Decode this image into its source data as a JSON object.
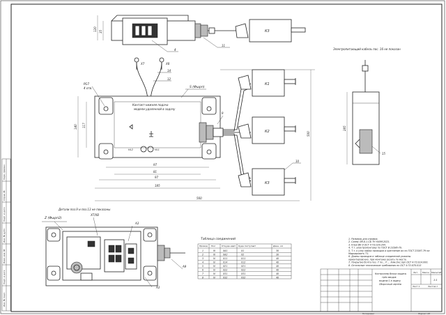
{
  "drawing": {
    "top_dims": [
      "120",
      "35"
    ],
    "top_leader_labels": [
      "4",
      "11"
    ],
    "k_label": "К3",
    "note_right": "Электропитающий кабель пос. 16 не показан",
    "cable_labels": [
      "Х7",
      "Х8",
      "14",
      "12"
    ],
    "s_label": "S (Фшрп)",
    "pg_label": [
      "PG7",
      "4 отв."
    ],
    "inscription": [
      "Контакт-нижняя подача",
      "модели удаленной в задачу"
    ],
    "labels_mid": [
      "9",
      "HL2",
      "HL1",
      "К1",
      "К2",
      "К3",
      "10",
      "15"
    ],
    "dims": [
      "140",
      "117",
      "97",
      "81",
      "97",
      "185",
      "560",
      "500",
      "285"
    ],
    "note_bottom_left": "Детали поз.9 и поз.13 не показаны",
    "bottom_labels": [
      "Z (Фшрп2)",
      "ХТ/ХВ",
      "А3",
      "А9",
      "А3"
    ]
  },
  "table": {
    "title": "Таблица соединений",
    "headers": [
      "Провод",
      "Пол",
      "Откуда идет",
      "Куда поступает",
      "Данн. см"
    ],
    "rows": [
      [
        "1",
        "III",
        "XA1",
        "X1",
        "30"
      ],
      [
        "2",
        "III",
        "XA2",
        "X2",
        "30"
      ],
      [
        "3",
        "IV",
        "X11",
        "X11",
        "40"
      ],
      [
        "4",
        "IV",
        "X14",
        "X12",
        "40"
      ],
      [
        "5",
        "IV",
        "X21",
        "X21",
        "40"
      ],
      [
        "6",
        "IV",
        "X22",
        "X22",
        "40"
      ],
      [
        "7",
        "IV",
        "X31",
        "X31",
        "40"
      ],
      [
        "8",
        "IV",
        "X32",
        "X32",
        "40"
      ]
    ]
  },
  "notes": [
    "1. Размеры для справок.",
    "2. Схему ЛВ-8-1-СБ ТУ-ЧАЭМ-2021.",
    "3. Клеи ВК-9 ОСТ 4 ГО.029.204.",
    "4. Т.т. электромонтажу по ГОСТ В 23586-79.",
    "5. Т.т. к узлу пайки проводов и крепление их по ГОСТ 23587-79 на",
    "Маркировать Т1.",
    "6. Длины проводов в таблице соединений указаны",
    "ориентировочно, при монтаже резать по месту.",
    "7. Покрытие болта поз. 7 по... Р ... Хим.Окс.прп ОСТ 4 ГО.014.000.",
    "8. Остальные технические требования по ОСТ 4 ГО.070.015"
  ],
  "title_block": {
    "name_lines": [
      "Контроллер блока защиты",
      "трёх вводов",
      "модели 1 в задачу",
      "Сборочный чертёж"
    ],
    "col_headers": [
      "Лит.",
      "Масса",
      "Масштаб"
    ],
    "scale": "1:1",
    "sheet": "Лист 1",
    "sheets": "Листов 1",
    "format": "Формат А3",
    "copied": "Копировал"
  },
  "side_stamp": [
    "Перв. примен.",
    "Справ. №",
    "Подп. и дата",
    "Инв. № дубл.",
    "Взам. инв. №",
    "Подп. и дата",
    "Инв. № подл."
  ]
}
